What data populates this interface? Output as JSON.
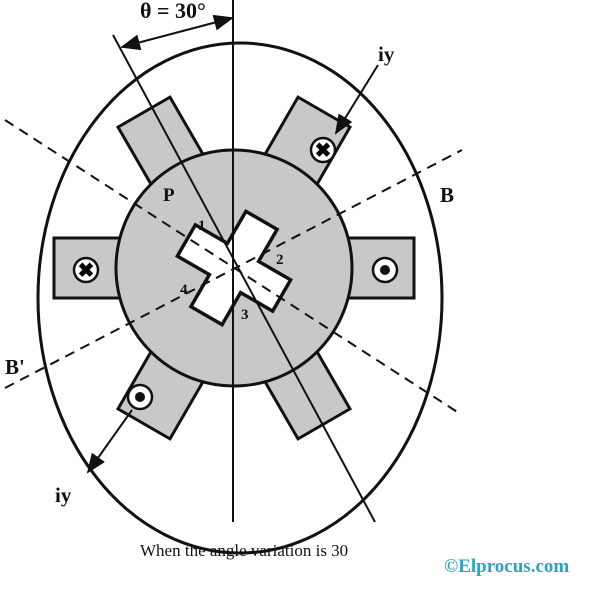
{
  "labels": {
    "angle": "θ = 30°",
    "current_top": "iy",
    "current_bottom": "iy",
    "pole": "P",
    "axis_b": "B",
    "axis_b_prime": "B'",
    "rotor_poles": [
      "1",
      "2",
      "3",
      "4"
    ]
  },
  "caption": "When the angle variation is 30",
  "watermark": "©Elprocus.com",
  "colors": {
    "stator": "#c8c8c8",
    "rotor": "#ffffff",
    "watermark": "#2aa3c6"
  }
}
